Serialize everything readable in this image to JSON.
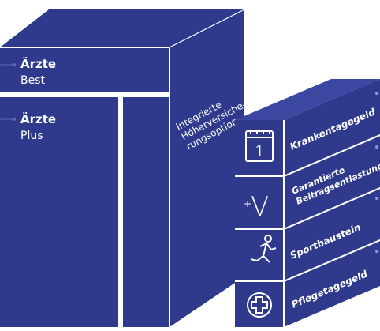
{
  "labels": {
    "aerzte_best": {
      "title": "Ärzte",
      "sub": "Best"
    },
    "aerzte_plus": {
      "title": "Ärzte",
      "sub": "Plus"
    }
  },
  "side_text": [
    "Integrierte",
    "Höherversiche-",
    "rungsoption"
  ],
  "modules": [
    {
      "label": "Krankentagegeld",
      "icon": "calendar-icon",
      "icon_text": "1"
    },
    {
      "label": "Garantierte",
      "label2": "Beitragsentlastung",
      "icon": "plus-v-icon",
      "icon_text": "V"
    },
    {
      "label": "Sportbaustein",
      "icon": "runner-icon"
    },
    {
      "label": "Pflegetagegeld",
      "icon": "medical-cross-icon"
    }
  ],
  "colors": {
    "navy": "#2f3a8c",
    "navy_dark": "#242d73",
    "navy_light": "#3b47a0",
    "line": "#ffffff"
  }
}
